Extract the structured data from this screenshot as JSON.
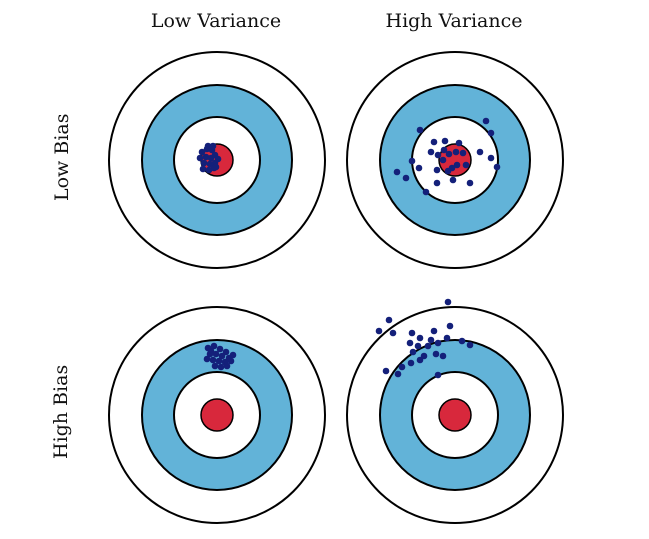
{
  "columns": [
    "Low Variance",
    "High Variance"
  ],
  "rows": [
    "Low Bias",
    "High Bias"
  ],
  "colors": {
    "ring_blue": "#62b3d8",
    "bullseye_red": "#d8283c",
    "dot_navy": "#14207a",
    "ring_stroke": "#000000"
  }
}
